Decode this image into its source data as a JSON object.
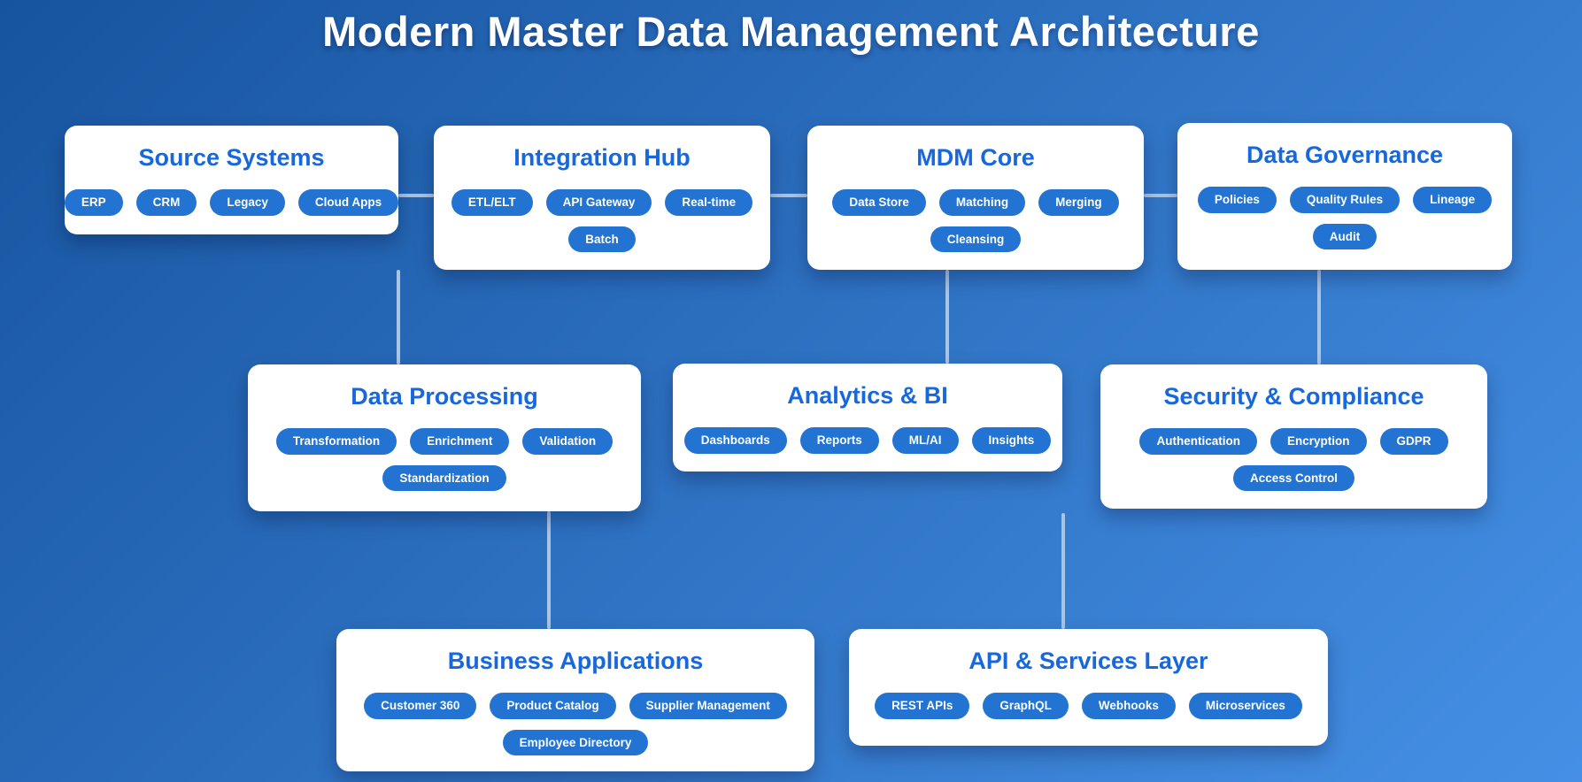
{
  "page": {
    "title": "Modern Master Data Management Architecture"
  },
  "theme": {
    "background_start": "#17549f",
    "background_end": "#4590e6",
    "box_background": "#ffffff",
    "heading_color": "#1767dd",
    "pill_background": "#2273d2",
    "pill_text_color": "#ffffff",
    "connector_color": "#aac4e4",
    "title_color": "#ffffff"
  },
  "boxes": [
    {
      "id": "source-systems",
      "title": "Source Systems",
      "pill_rows": [
        [
          "ERP",
          "CRM",
          "Legacy",
          "Cloud Apps"
        ]
      ]
    },
    {
      "id": "integration-hub",
      "title": "Integration Hub",
      "pill_rows": [
        [
          "ETL/ELT",
          "API Gateway",
          "Real-time"
        ],
        [
          "Batch"
        ]
      ]
    },
    {
      "id": "mdm-core",
      "title": "MDM Core",
      "pill_rows": [
        [
          "Data Store",
          "Matching",
          "Merging"
        ],
        [
          "Cleansing"
        ]
      ]
    },
    {
      "id": "data-governance",
      "title": "Data Governance",
      "pill_rows": [
        [
          "Policies",
          "Quality Rules",
          "Lineage"
        ],
        [
          "Audit"
        ]
      ]
    },
    {
      "id": "data-processing",
      "title": "Data Processing",
      "pill_rows": [
        [
          "Transformation",
          "Enrichment",
          "Validation"
        ],
        [
          "Standardization"
        ]
      ]
    },
    {
      "id": "analytics-bi",
      "title": "Analytics & BI",
      "pill_rows": [
        [
          "Dashboards",
          "Reports",
          "ML/AI",
          "Insights"
        ]
      ]
    },
    {
      "id": "security-compliance",
      "title": "Security & Compliance",
      "pill_rows": [
        [
          "Authentication",
          "Encryption",
          "GDPR"
        ],
        [
          "Access Control"
        ]
      ]
    },
    {
      "id": "business-applications",
      "title": "Business Applications",
      "pill_rows": [
        [
          "Customer 360",
          "Product Catalog",
          "Supplier Management"
        ],
        [
          "Employee Directory"
        ]
      ]
    },
    {
      "id": "api-services-layer",
      "title": "API & Services Layer",
      "pill_rows": [
        [
          "REST APIs",
          "GraphQL",
          "Webhooks",
          "Microservices"
        ]
      ]
    }
  ],
  "edges": [
    {
      "from": "source-systems",
      "to": "integration-hub",
      "orientation": "horizontal"
    },
    {
      "from": "integration-hub",
      "to": "mdm-core",
      "orientation": "horizontal"
    },
    {
      "from": "mdm-core",
      "to": "data-governance",
      "orientation": "horizontal"
    },
    {
      "from": "integration-hub",
      "to": "data-processing",
      "orientation": "vertical"
    },
    {
      "from": "mdm-core",
      "to": "analytics-bi",
      "orientation": "vertical"
    },
    {
      "from": "data-governance",
      "to": "security-compliance",
      "orientation": "vertical"
    },
    {
      "from": "data-processing",
      "to": "business-applications",
      "orientation": "vertical"
    },
    {
      "from": "analytics-bi",
      "to": "api-services-layer",
      "orientation": "vertical"
    }
  ]
}
